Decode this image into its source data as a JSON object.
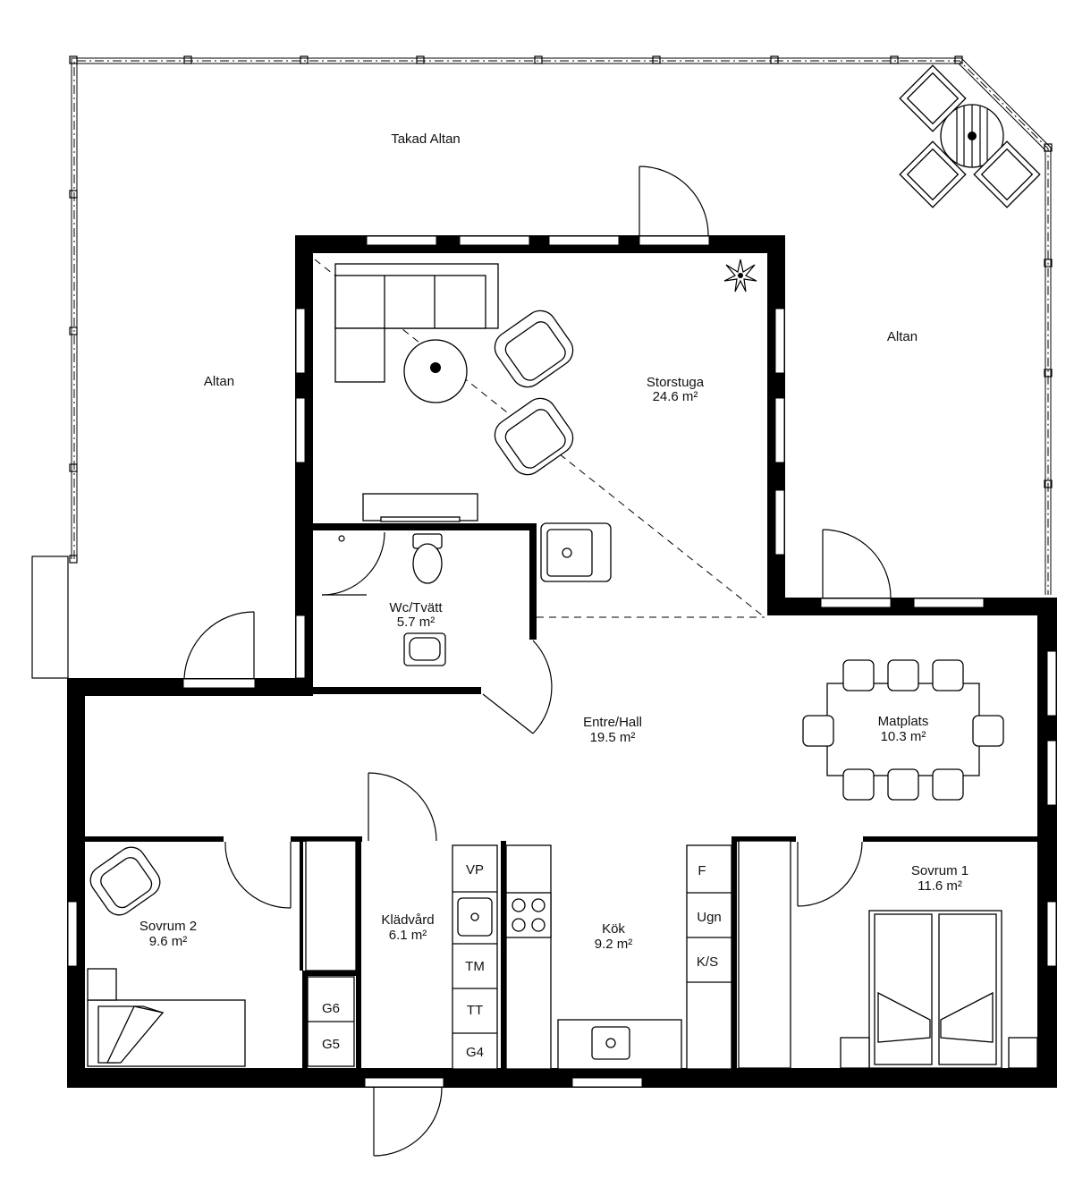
{
  "rooms": {
    "takad_altan": "Takad Altan",
    "altan_left": "Altan",
    "altan_right": "Altan",
    "storstuga": "Storstuga",
    "storstuga_area": "24.6 m²",
    "wc": "Wc/Tvätt",
    "wc_area": "5.7 m²",
    "entre": "Entre/Hall",
    "entre_area": "19.5 m²",
    "matplats": "Matplats",
    "matplats_area": "10.3 m²",
    "sovrum1": "Sovrum 1",
    "sovrum1_area": "11.6 m²",
    "sovrum2": "Sovrum 2",
    "sovrum2_area": "9.6 m²",
    "kladvard": "Klädvård",
    "kladvard_area": "6.1 m²",
    "kok": "Kök",
    "kok_area": "9.2 m²"
  },
  "appliances": {
    "vp": "VP",
    "tm": "TM",
    "tt": "TT",
    "g4": "G4",
    "g5": "G5",
    "g6": "G6",
    "f": "F",
    "ugn": "Ugn",
    "ks": "K/S"
  }
}
